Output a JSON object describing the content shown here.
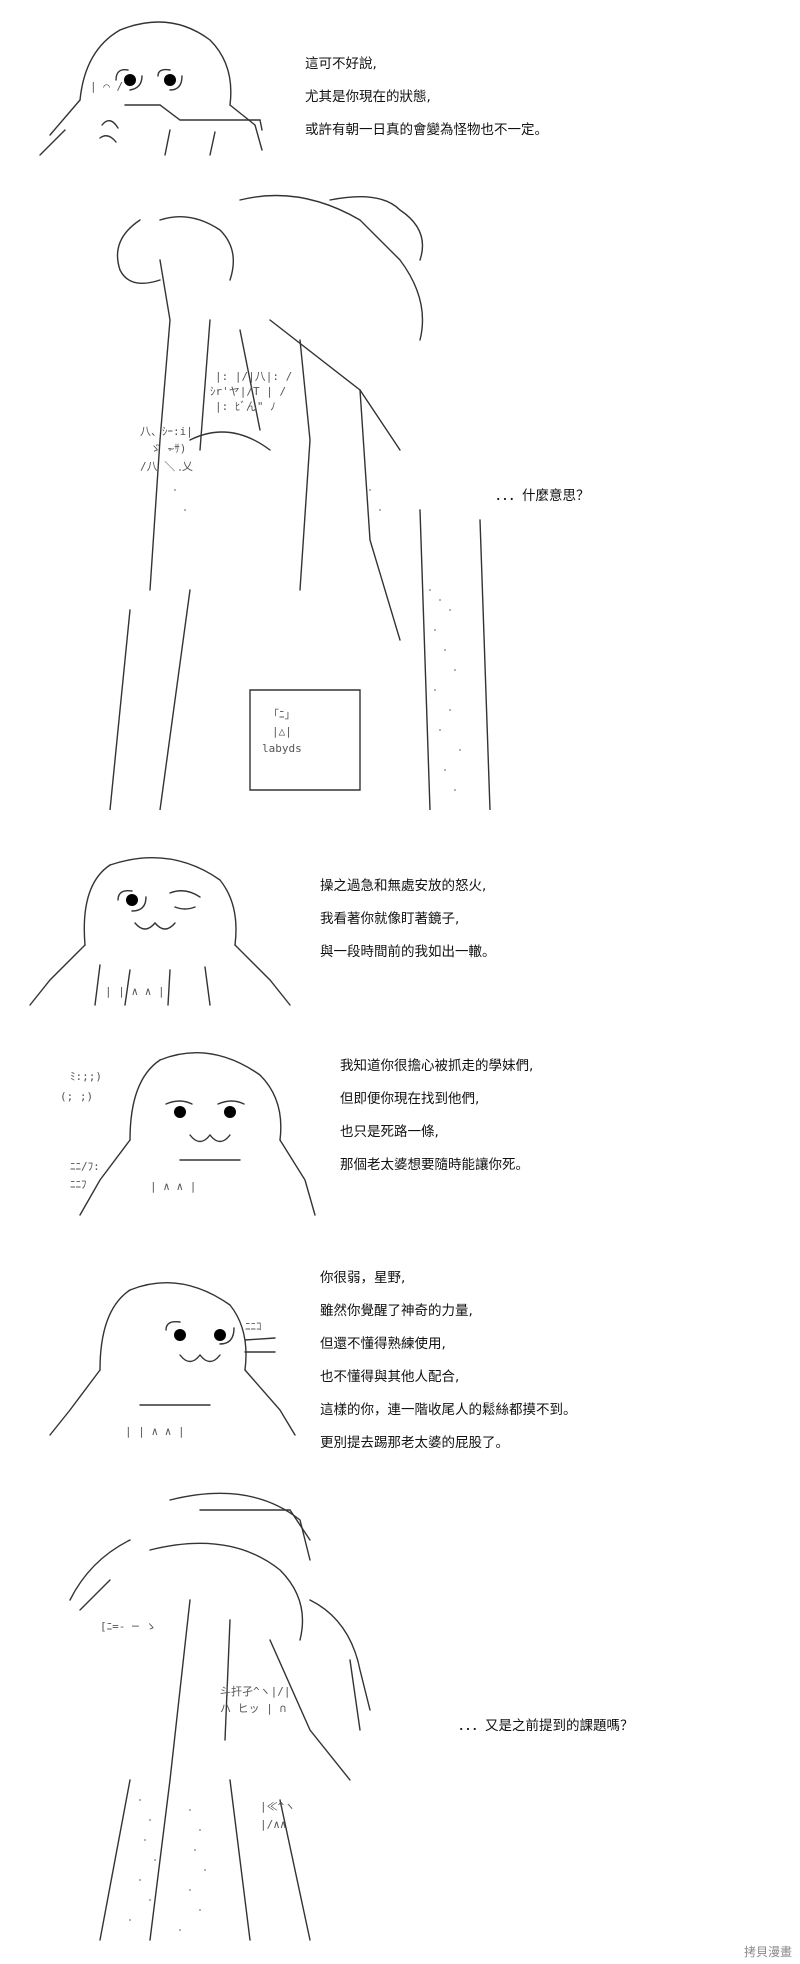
{
  "panels": [
    {
      "id": "panel-1",
      "dialogue": [
        "這可不好說,",
        "尤其是你現在的狀態,",
        "或許有朝一日真的會變為怪物也不一定。"
      ]
    },
    {
      "id": "panel-2",
      "dialogue": [
        "．．．什麼意思？"
      ],
      "art_label": "labyds"
    },
    {
      "id": "panel-3",
      "dialogue": [
        "操之過急和無處安放的怒火,",
        "我看著你就像盯著鏡子,",
        "與一段時間前的我如出一轍。"
      ]
    },
    {
      "id": "panel-4",
      "dialogue": [
        "我知道你很擔心被抓走的學妹們,",
        "但即便你現在找到他們,",
        "也只是死路一條,",
        "那個老太婆想要隨時能讓你死。"
      ]
    },
    {
      "id": "panel-5",
      "dialogue": [
        "你很弱，星野,",
        "雖然你覺醒了神奇的力量,",
        "但還不懂得熟練使用,",
        "也不懂得與其他人配合,",
        "這樣的你，連一階收尾人的鬆絲都摸不到。",
        "更別提去踢那老太婆的屁股了。"
      ]
    },
    {
      "id": "panel-6",
      "dialogue": [
        "．．．又是之前提到的課題嗎？"
      ]
    }
  ],
  "watermark": "拷貝漫畫"
}
